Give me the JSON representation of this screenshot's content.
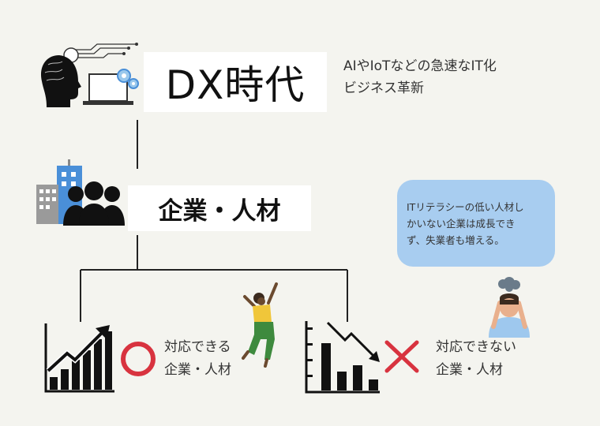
{
  "dx": {
    "title": "DX時代",
    "desc_line1": "AIやIoTなどの急速なIT化",
    "desc_line2": "ビジネス革新"
  },
  "corp": {
    "title": "企業・人材"
  },
  "bubble": {
    "line1": "ITリテラシーの低い人材し",
    "line2": "かいない企業は成長でき",
    "line3": "ず、失業者も増える。"
  },
  "good": {
    "mark": "○",
    "line1": "対応できる",
    "line2": "企業・人材"
  },
  "bad": {
    "mark": "×",
    "line1": "対応できない",
    "line2": "企業・人材"
  },
  "colors": {
    "background": "#f4f4ef",
    "circle": "#d8333f",
    "cross": "#d8333f",
    "bubble": "#a8cdf0",
    "building": "#4a8fd8"
  }
}
